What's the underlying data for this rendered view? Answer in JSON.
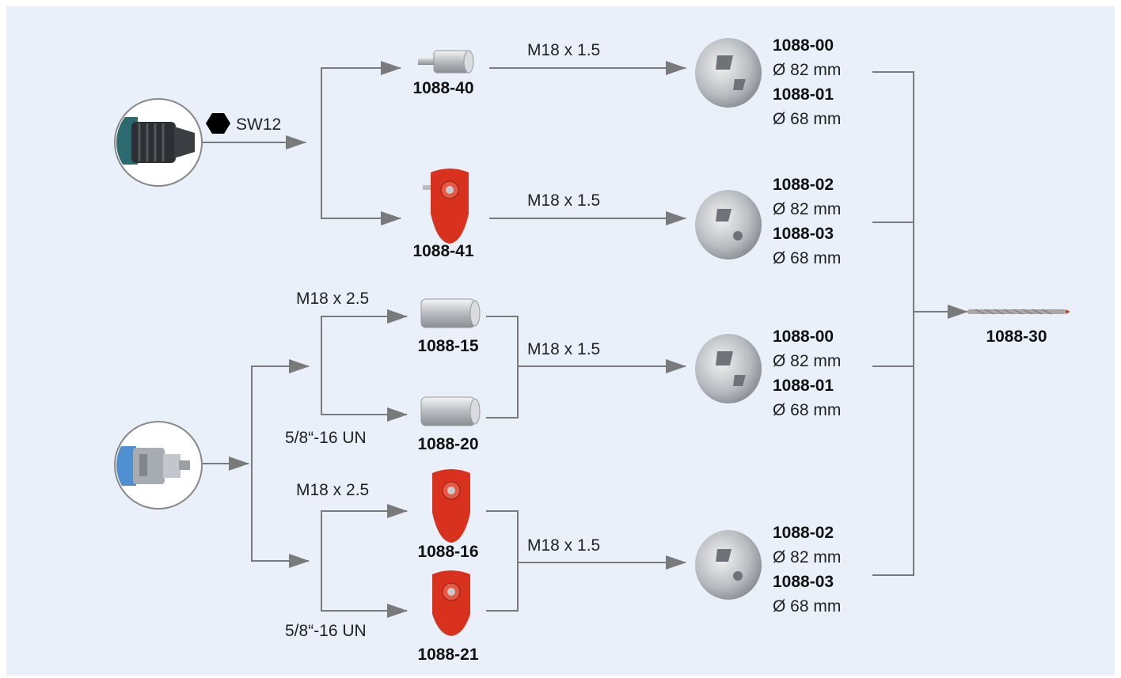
{
  "machines": [
    {
      "icon": "cordless-drill-icon"
    },
    {
      "icon": "core-drill-motor-icon"
    }
  ],
  "hex_label": "SW12",
  "adapters": [
    {
      "code": "1088-40",
      "icon": "adapter-silver-icon"
    },
    {
      "code": "1088-41",
      "icon": "adapter-red-icon"
    },
    {
      "code": "1088-15",
      "icon": "adapter-silver-icon"
    },
    {
      "code": "1088-20",
      "icon": "adapter-silver-icon"
    },
    {
      "code": "1088-16",
      "icon": "adapter-red-icon"
    },
    {
      "code": "1088-21",
      "icon": "adapter-red-icon"
    }
  ],
  "thread_labels": {
    "m18_25_a": "M18 x 2.5",
    "unc_a": "5/8“-16 UN",
    "m18_25_b": "M18 x 2.5",
    "unc_b": "5/8“-16 UN",
    "m18_15": [
      "M18 x 1.5",
      "M18 x 1.5",
      "M18 x 1.5",
      "M18 x 1.5"
    ]
  },
  "core_bits": [
    {
      "icon": "core-bit-icon",
      "code1": "1088-00",
      "dia1": "Ø 82 mm",
      "code2": "1088-01",
      "dia2": "Ø 68 mm"
    },
    {
      "icon": "core-bit-icon",
      "code1": "1088-02",
      "dia1": "Ø 82 mm",
      "code2": "1088-03",
      "dia2": "Ø 68 mm"
    },
    {
      "icon": "core-bit-icon",
      "code1": "1088-00",
      "dia1": "Ø 82 mm",
      "code2": "1088-01",
      "dia2": "Ø 68 mm"
    },
    {
      "icon": "core-bit-icon",
      "code1": "1088-02",
      "dia1": "Ø 82 mm",
      "code2": "1088-03",
      "dia2": "Ø 68 mm"
    }
  ],
  "centering_drill": {
    "code": "1088-30",
    "icon": "centering-drill-icon"
  },
  "colors": {
    "background": "#eaf0f9",
    "line": "#7a7a7a",
    "adapter_red": "#d8321f",
    "text": "#222222"
  }
}
